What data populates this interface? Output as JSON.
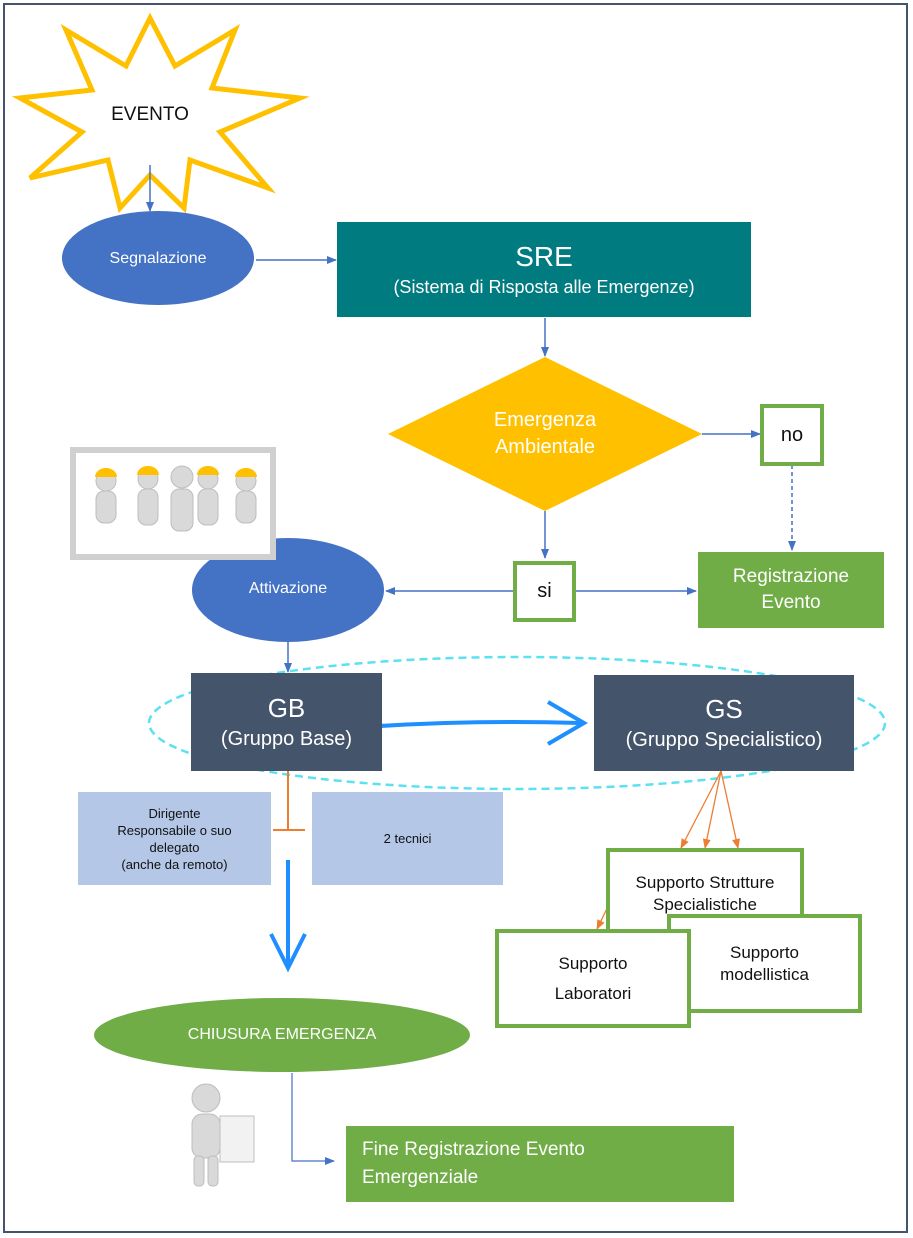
{
  "diagram": {
    "evento": "EVENTO",
    "segnalazione": "Segnalazione",
    "sre": {
      "title": "SRE",
      "subtitle": "(Sistema di Risposta alle Emergenze)"
    },
    "decision": {
      "line1": "Emergenza",
      "line2": "Ambientale"
    },
    "no": "no",
    "si": "si",
    "registrazione": {
      "line1": "Registrazione",
      "line2": "Evento"
    },
    "attivazione": "Attivazione",
    "gb": {
      "title": "GB",
      "subtitle": "(Gruppo Base)"
    },
    "gs": {
      "title": "GS",
      "subtitle": "(Gruppo Specialistico)"
    },
    "dirigente": {
      "line1": "Dirigente",
      "line2": "Responsabile o suo",
      "line3": "delegato",
      "line4": "(anche da remoto)"
    },
    "tecnici": "2 tecnici",
    "supporto_strutture": {
      "line1": "Supporto Strutture",
      "line2": "Specialistiche"
    },
    "supporto_laboratori": {
      "line1": "Supporto",
      "line2": "Laboratori"
    },
    "supporto_modellistica": {
      "line1": "Supporto",
      "line2": "modellistica"
    },
    "chiusura": "CHIUSURA EMERGENZA",
    "fine": {
      "line1": "Fine Registrazione Evento",
      "line2": "Emergenziale"
    }
  },
  "colors": {
    "blue_ellipse": "#4472c4",
    "teal": "#007b7f",
    "yellow": "#ffc000",
    "green": "#70ad47",
    "navy": "#44546a",
    "light_blue": "#b4c7e7",
    "cyan_dash": "#5ce1f0",
    "orange": "#ed7d31",
    "arrow_blue": "#1f8fff"
  },
  "icons": [
    "people-group-image",
    "person-with-paper-image"
  ]
}
